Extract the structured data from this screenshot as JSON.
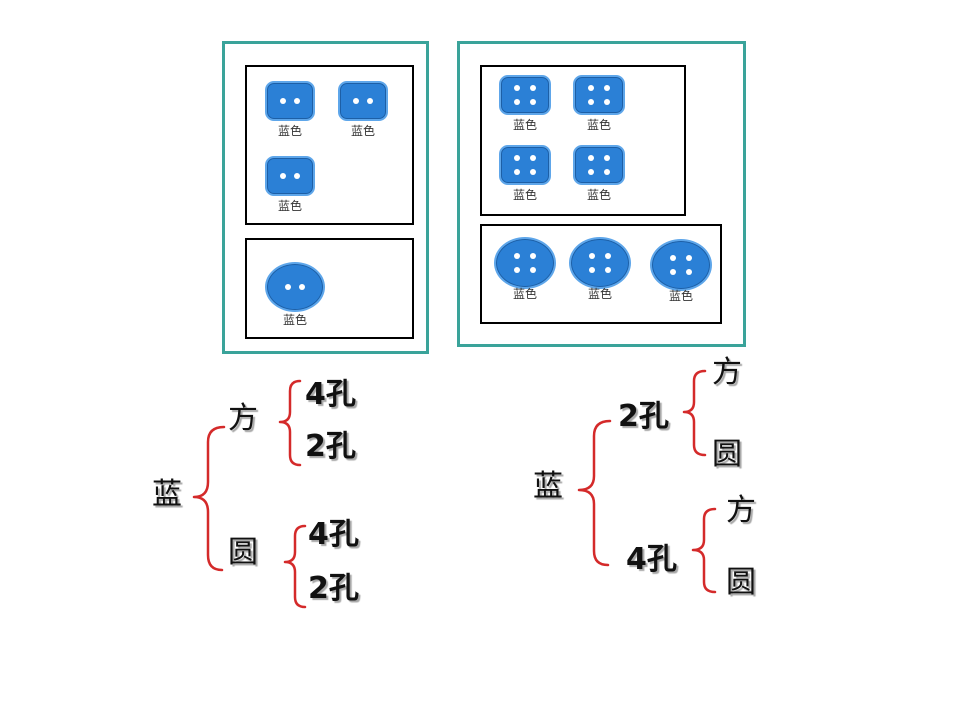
{
  "colors": {
    "panel_border": "#3aa39a",
    "box_border": "#000000",
    "button_fill": "#2b80d6",
    "hole": "#ffffff",
    "brace": "#d42a2a"
  },
  "panels": [
    {
      "groups": [
        {
          "buttons": [
            {
              "shape": "square",
              "holes": 2,
              "label": "蓝色"
            },
            {
              "shape": "square",
              "holes": 2,
              "label": "蓝色"
            },
            {
              "shape": "square",
              "holes": 2,
              "label": "蓝色"
            }
          ]
        },
        {
          "buttons": [
            {
              "shape": "round",
              "holes": 2,
              "label": "蓝色"
            }
          ]
        }
      ]
    },
    {
      "groups": [
        {
          "buttons": [
            {
              "shape": "square",
              "holes": 4,
              "label": "蓝色"
            },
            {
              "shape": "square",
              "holes": 4,
              "label": "蓝色"
            },
            {
              "shape": "square",
              "holes": 4,
              "label": "蓝色"
            },
            {
              "shape": "square",
              "holes": 4,
              "label": "蓝色"
            }
          ]
        },
        {
          "buttons": [
            {
              "shape": "round",
              "holes": 4,
              "label": "蓝色"
            },
            {
              "shape": "round",
              "holes": 4,
              "label": "蓝色"
            },
            {
              "shape": "round",
              "holes": 4,
              "label": "蓝色"
            }
          ]
        }
      ]
    }
  ],
  "trees": [
    {
      "root": "蓝",
      "branches": [
        {
          "label": "方",
          "leaves": [
            "4孔",
            "2孔"
          ]
        },
        {
          "label": "圆",
          "leaves": [
            "4孔",
            "2孔"
          ]
        }
      ]
    },
    {
      "root": "蓝",
      "branches": [
        {
          "label": "2孔",
          "leaves": [
            "方",
            "圆"
          ]
        },
        {
          "label": "4孔",
          "leaves": [
            "方",
            "圆"
          ]
        }
      ]
    }
  ]
}
